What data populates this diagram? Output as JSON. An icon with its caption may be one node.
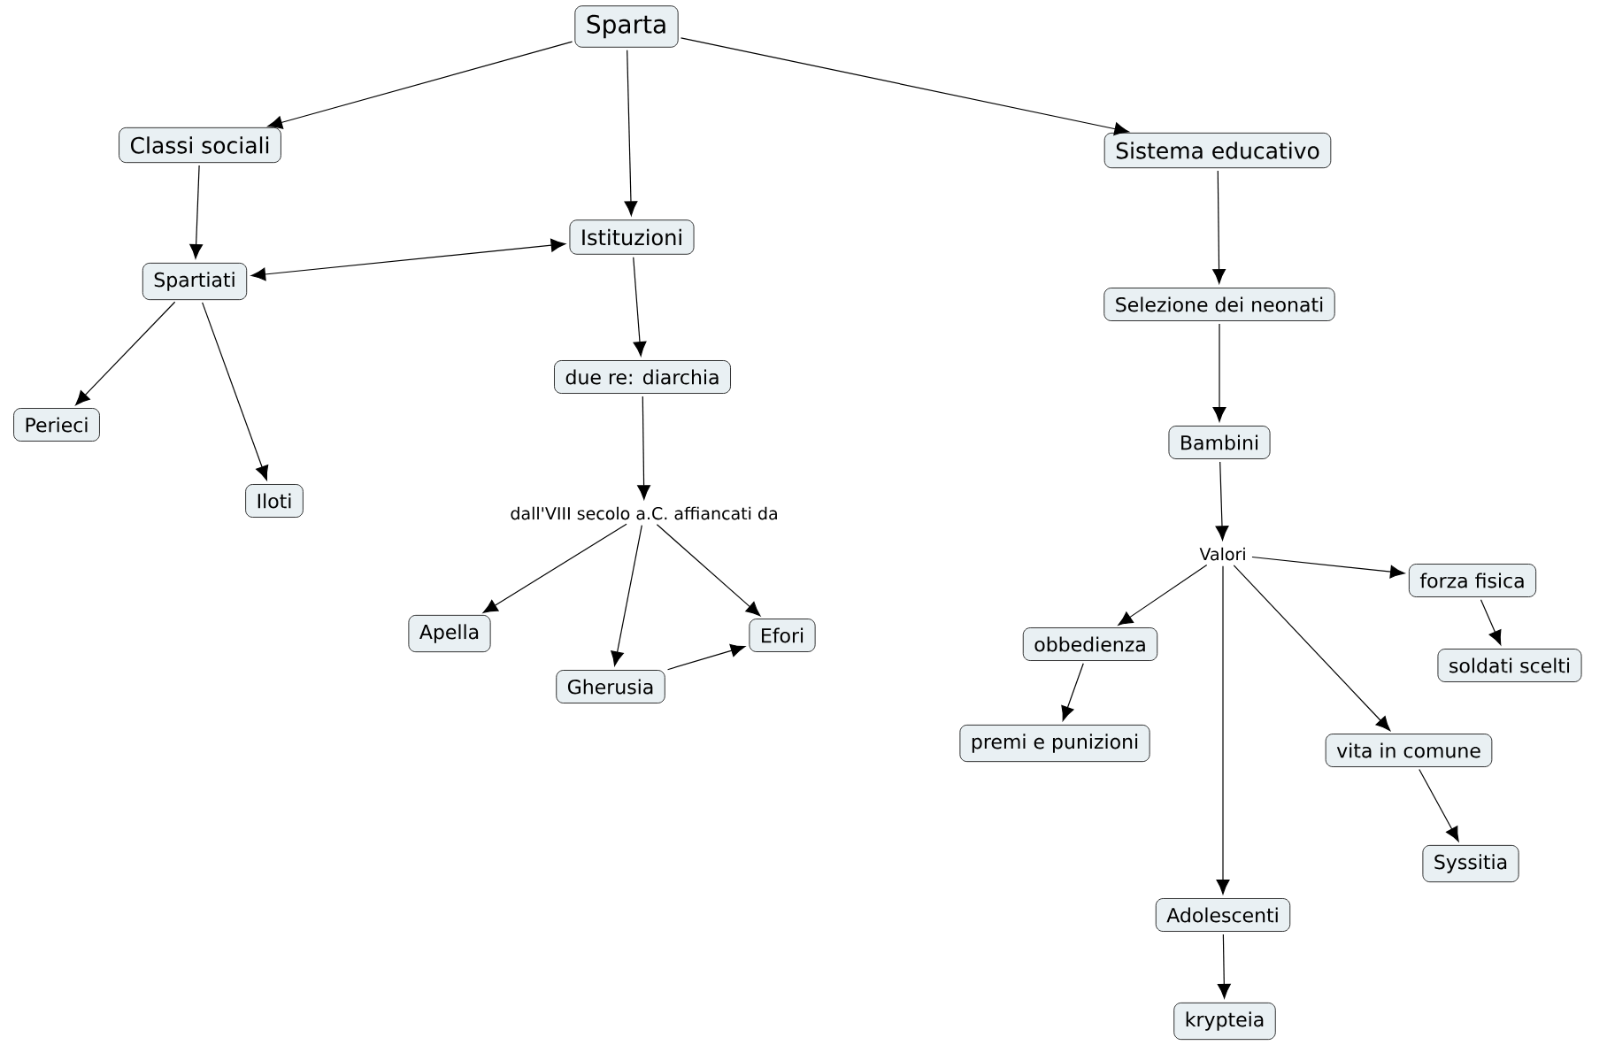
{
  "diagram": {
    "nodes": [
      {
        "text": [
          "Sparta"
        ]
      },
      {
        "text": [
          "Classi sociali"
        ]
      },
      {
        "text": [
          "Istituzioni"
        ]
      },
      {
        "text": [
          "Sistema educativo"
        ]
      },
      {
        "text": [
          "Spartiati"
        ]
      },
      {
        "text": [
          "Perieci"
        ]
      },
      {
        "text": [
          "Iloti"
        ]
      },
      {
        "text": [
          "due re: diarchia"
        ]
      },
      {
        "text": [
          "dall'VIII secolo a.C. affiancati da"
        ]
      },
      {
        "text": [
          "Apella"
        ]
      },
      {
        "text": [
          "Gherusia"
        ]
      },
      {
        "text": [
          "Efori"
        ]
      },
      {
        "text": [
          "Selezione dei neonati"
        ]
      },
      {
        "text": [
          "Bambini"
        ]
      },
      {
        "text": [
          "Valori"
        ]
      },
      {
        "text": [
          "obbedienza"
        ]
      },
      {
        "text": [
          "premi e punizioni"
        ]
      },
      {
        "text": [
          "forza fisica"
        ]
      },
      {
        "text": [
          "soldati scelti"
        ]
      },
      {
        "text": [
          "vita in comune"
        ]
      },
      {
        "text": [
          "Syssitia"
        ]
      },
      {
        "text": [
          "Adolescenti"
        ]
      },
      {
        "text": [
          "krypteia"
        ]
      }
    ],
    "edges": [
      {
        "from": 0,
        "to": 1,
        "arrow": "to"
      },
      {
        "from": 0,
        "to": 2,
        "arrow": "to"
      },
      {
        "from": 0,
        "to": 3,
        "arrow": "to"
      },
      {
        "from": 1,
        "to": 4,
        "arrow": "to"
      },
      {
        "from": 4,
        "to": 2,
        "arrow": "both"
      },
      {
        "from": 4,
        "to": 5,
        "arrow": "to"
      },
      {
        "from": 4,
        "to": 6,
        "arrow": "to"
      },
      {
        "from": 2,
        "to": 7,
        "arrow": "to"
      },
      {
        "from": 7,
        "to": 8,
        "arrow": "to"
      },
      {
        "from": 8,
        "to": 9,
        "arrow": "to"
      },
      {
        "from": 8,
        "to": 10,
        "arrow": "to"
      },
      {
        "from": 8,
        "to": 11,
        "arrow": "to"
      },
      {
        "from": 10,
        "to": 11,
        "arrow": "to"
      },
      {
        "from": 3,
        "to": 12,
        "arrow": "to"
      },
      {
        "from": 12,
        "to": 13,
        "arrow": "to"
      },
      {
        "from": 13,
        "to": 14,
        "arrow": "to"
      },
      {
        "from": 14,
        "to": 15,
        "arrow": "to"
      },
      {
        "from": 15,
        "to": 16,
        "arrow": "to"
      },
      {
        "from": 14,
        "to": 17,
        "arrow": "to"
      },
      {
        "from": 17,
        "to": 18,
        "arrow": "to"
      },
      {
        "from": 14,
        "to": 19,
        "arrow": "to"
      },
      {
        "from": 19,
        "to": 20,
        "arrow": "to"
      },
      {
        "from": 14,
        "to": 21,
        "arrow": "to"
      },
      {
        "from": 21,
        "to": 22,
        "arrow": "to"
      }
    ]
  }
}
